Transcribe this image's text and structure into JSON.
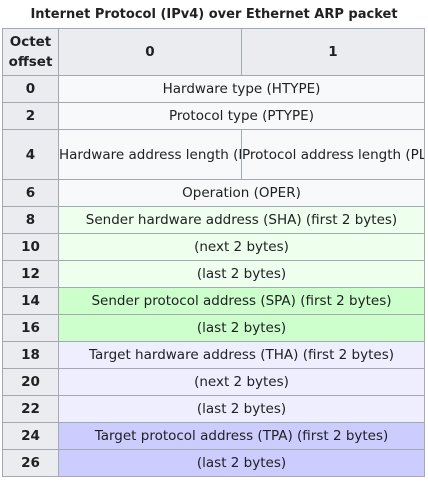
{
  "caption": "Internet Protocol (IPv4) over Ethernet ARP packet",
  "header": {
    "offset_label_line1": "Octet",
    "offset_label_line2": "offset",
    "octet0": "0",
    "octet1": "1"
  },
  "rows": [
    {
      "offset": "0",
      "field": "Hardware type (HTYPE)"
    },
    {
      "offset": "2",
      "field": "Protocol type (PTYPE)"
    },
    {
      "offset": "4",
      "field_a": "Hardware address length (HLEN)",
      "field_b": "Protocol address length (PLEN)"
    },
    {
      "offset": "6",
      "field": "Operation (OPER)"
    },
    {
      "offset": "8",
      "field": "Sender hardware address (SHA) (first 2 bytes)"
    },
    {
      "offset": "10",
      "field": "(next 2 bytes)"
    },
    {
      "offset": "12",
      "field": "(last 2 bytes)"
    },
    {
      "offset": "14",
      "field": "Sender protocol address (SPA) (first 2 bytes)"
    },
    {
      "offset": "16",
      "field": "(last 2 bytes)"
    },
    {
      "offset": "18",
      "field": "Target hardware address (THA) (first 2 bytes)"
    },
    {
      "offset": "20",
      "field": "(next 2 bytes)"
    },
    {
      "offset": "22",
      "field": "(last 2 bytes)"
    },
    {
      "offset": "24",
      "field": "Target protocol address (TPA) (first 2 bytes)"
    },
    {
      "offset": "26",
      "field": "(last 2 bytes)"
    }
  ],
  "colors": {
    "header_bg": "#eaecf0",
    "plain_bg": "#f8f9fa",
    "sha_bg": "#eeffee",
    "spa_bg": "#ccffcc",
    "tha_bg": "#eeeeff",
    "tpa_bg": "#ccccff",
    "border": "#a2a9b1"
  }
}
